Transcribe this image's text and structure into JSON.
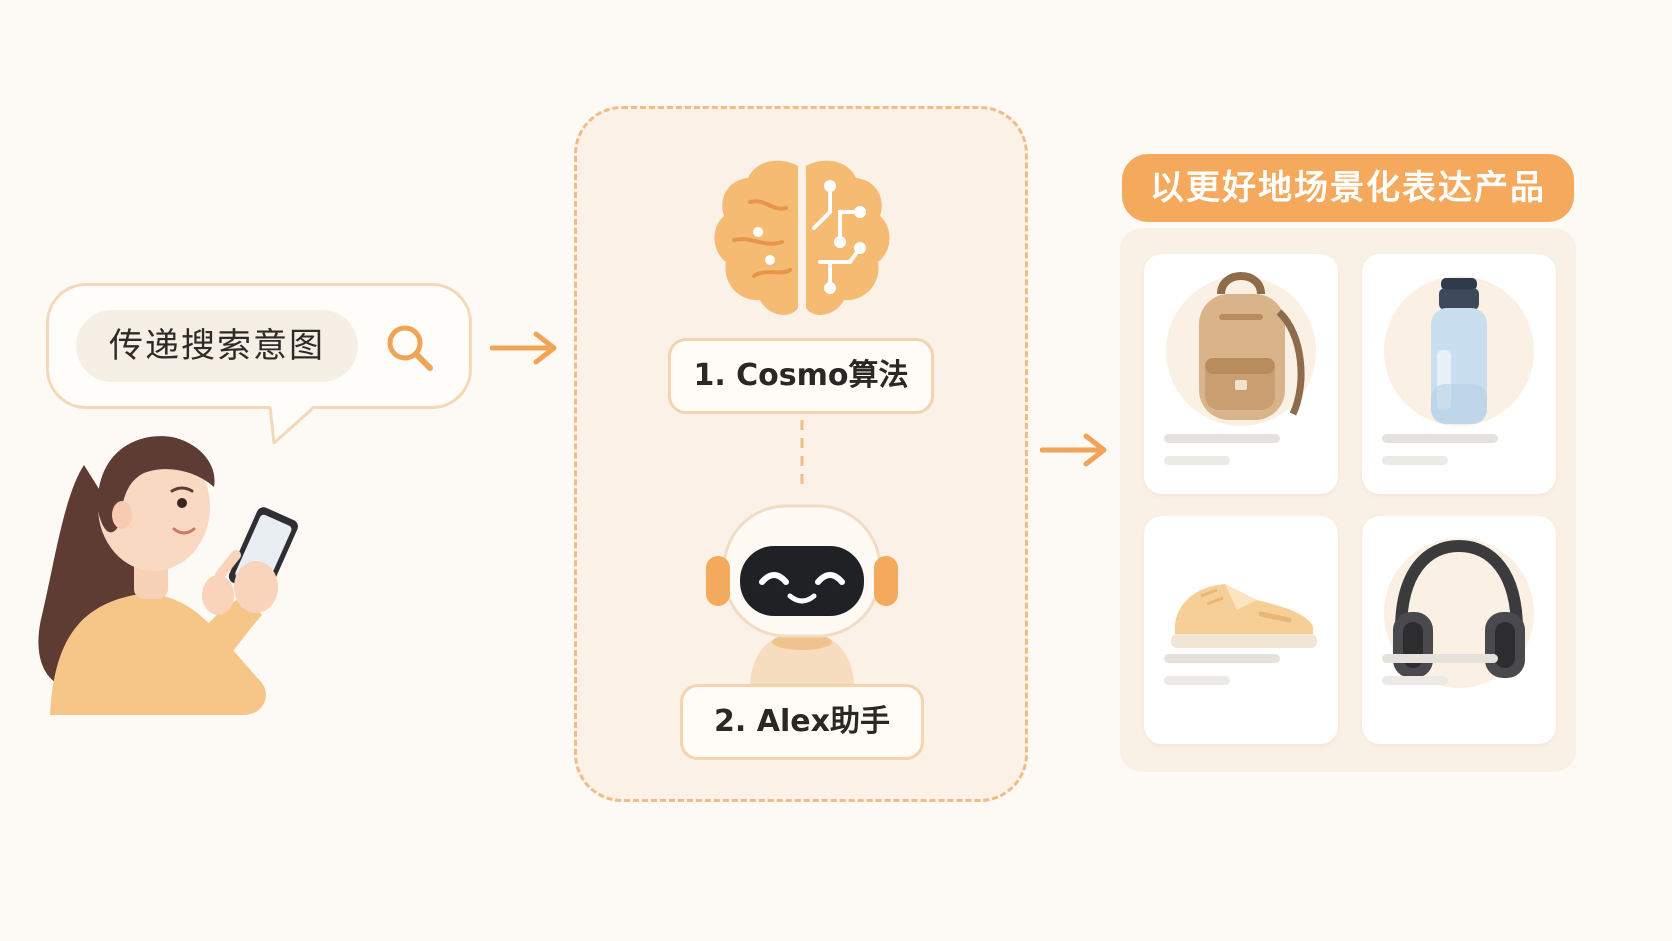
{
  "search": {
    "query": "传递搜索意图"
  },
  "pipeline": {
    "step1": "1. Cosmo算法",
    "step2": "2. Alex助手"
  },
  "results": {
    "title": "以更好地场景化表达产品",
    "products": [
      {
        "icon": "backpack-icon"
      },
      {
        "icon": "water-bottle-icon"
      },
      {
        "icon": "sneaker-icon"
      },
      {
        "icon": "headphones-icon"
      }
    ]
  },
  "colors": {
    "accent": "#f4a95c",
    "panel_border": "#f0bd86",
    "background": "#fdfaf6"
  }
}
